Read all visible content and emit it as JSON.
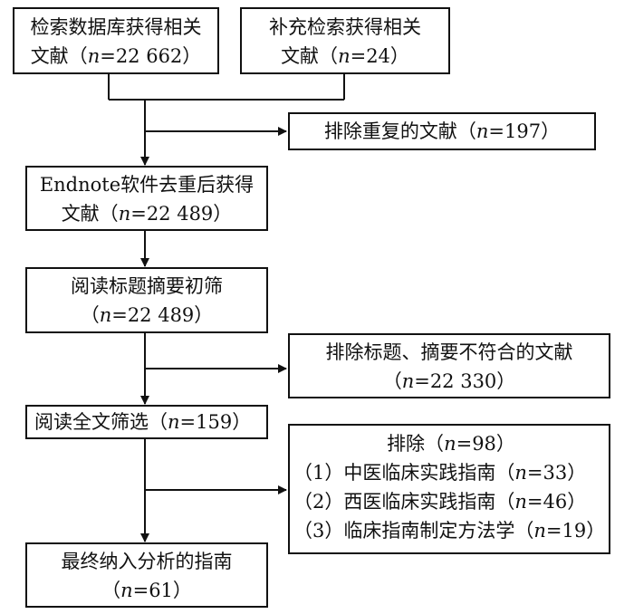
{
  "nodes": {
    "db_search": {
      "line1": "检索数据库获得相关",
      "line2_pre": "文献（",
      "line2_n": "n",
      "line2_val": "=22 662）"
    },
    "supplement": {
      "line1": "补充检索获得相关",
      "line2_pre": "文献（",
      "line2_n": "n",
      "line2_val": "=24）"
    },
    "dup_excluded": {
      "pre": "排除重复的文献（",
      "n": "n",
      "val": "=197）"
    },
    "endnote": {
      "line1": "Endnote软件去重后获得",
      "line2_pre": "文献（",
      "line2_n": "n",
      "line2_val": "=22 489）"
    },
    "title_abstract": {
      "line1": "阅读标题摘要初筛",
      "line2_pre": "（",
      "line2_n": "n",
      "line2_val": "=22 489）"
    },
    "ta_excluded": {
      "line1": "排除标题、摘要不符合的文献",
      "line2_pre": "（",
      "line2_n": "n",
      "line2_val": "=22 330）"
    },
    "fulltext": {
      "pre": "阅读全文筛选（",
      "n": "n",
      "val": "=159）"
    },
    "ft_excluded": {
      "head_pre": "排除（",
      "head_n": "n",
      "head_val": "=98）",
      "items": [
        {
          "pre": "（1）中医临床实践指南（",
          "n": "n",
          "val": "=33）"
        },
        {
          "pre": "（2）西医临床实践指南（",
          "n": "n",
          "val": "=46）"
        },
        {
          "pre": "（3）临床指南制定方法学（",
          "n": "n",
          "val": "=19）"
        }
      ]
    },
    "final": {
      "line1": "最终纳入分析的指南",
      "line2_pre": "（",
      "line2_n": "n",
      "line2_val": "=61）"
    }
  }
}
